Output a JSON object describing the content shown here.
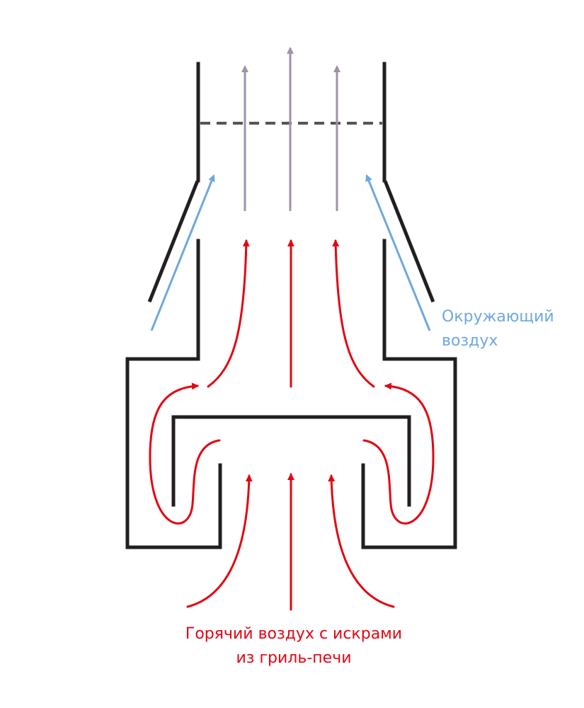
{
  "labels": {
    "ambient_air": {
      "line1": "Окружающий",
      "line2": "воздух"
    },
    "hot_air": {
      "line1": "Горячий воздух с искрами",
      "line2": "из гриль-печи"
    }
  },
  "colors": {
    "structure": "#231f20",
    "hot_air": "#e30613",
    "ambient_air": "#6fa8dc",
    "exhaust": "#9e93a8",
    "mesh": "#555555"
  }
}
